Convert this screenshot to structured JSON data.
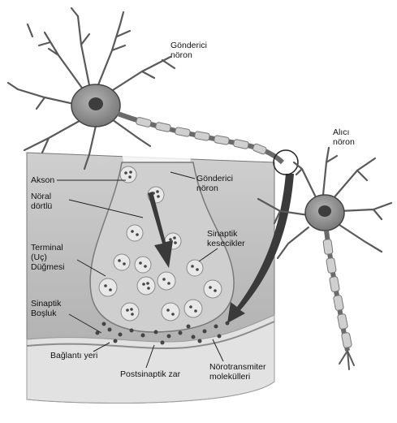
{
  "labels": {
    "sending_neuron": "Gönderici\nnöron",
    "receiving_neuron": "Alıcı\nnöron",
    "axon": "Akson",
    "neural_impulse": "Nöral\ndörtlü",
    "sending_neuron_inset": "Gönderici\nnöron",
    "terminal_button": "Terminal\n(Uç)\nDüğmesi",
    "synaptic_vesicles": "Sinaptik\nkesecikler",
    "synaptic_gap": "Sinaptik\nBoşluk",
    "receptor_site": "Bağlantı yeri",
    "postsynaptic_membrane": "Postsinaptik zar",
    "neurotransmitter_molecules": "Nörotransmiter\nmolekülleri"
  },
  "colors": {
    "inset_fill": "#b8b8b8",
    "neuron_fill": "#8a8a8a",
    "terminal_fill": "#cfcfcf",
    "membrane_fill": "#e2e2e2",
    "arrow_fill": "#3a3a3a",
    "molecule": "#444444"
  }
}
